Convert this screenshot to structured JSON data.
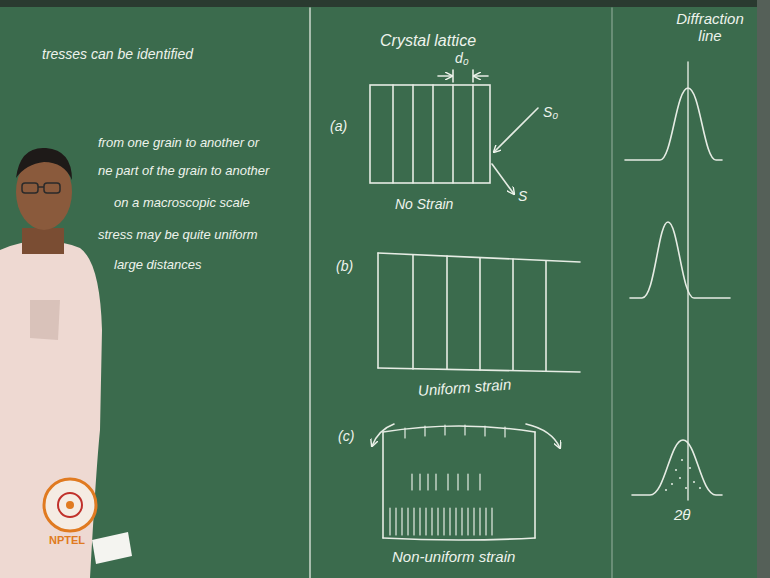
{
  "diagram": {
    "labels": [
      "tresses can be identified",
      "from one grain to another or",
      "ne part of the grain to another",
      "on a macroscopic scale",
      "stress may be quite uniform",
      "large distances",
      "Crystal lattice",
      "Diffraction line",
      "d₀",
      "S₀",
      "S",
      "(a)",
      "No Strain",
      "(b)",
      "Uniform strain",
      "(c)",
      "Non-uniform strain",
      "2θ",
      "NPTEL"
    ]
  }
}
